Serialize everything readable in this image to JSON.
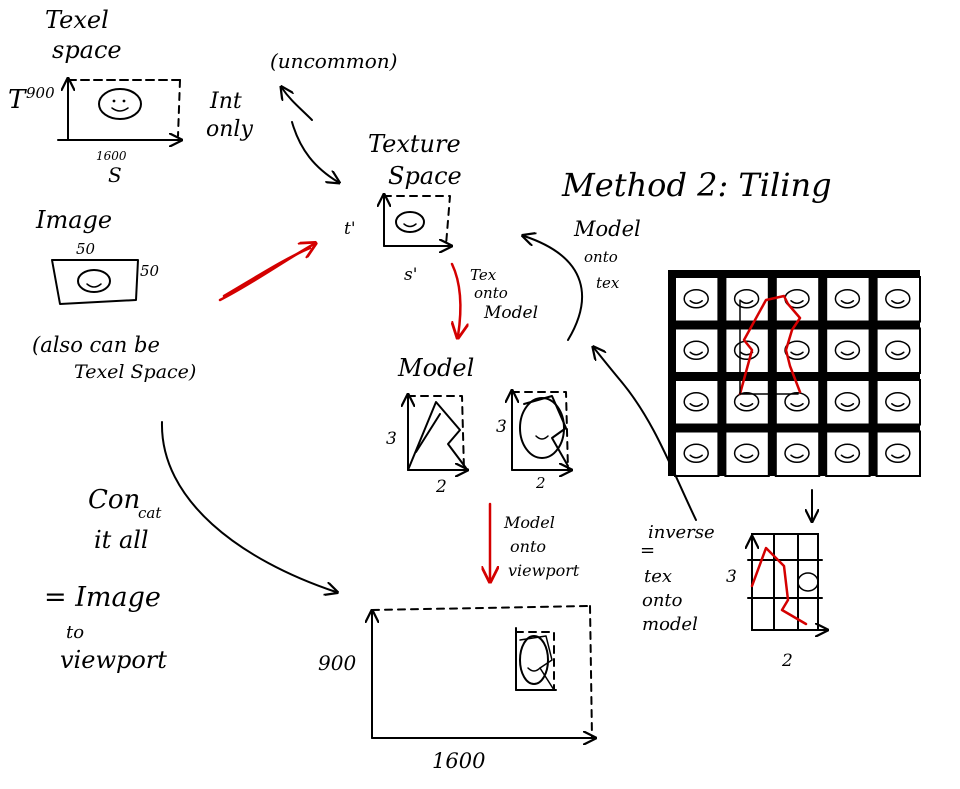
{
  "labels": {
    "texel_space": [
      "Texel",
      "space"
    ],
    "texel_h": "900",
    "texel_t": "T",
    "texel_w": "1600",
    "texel_s": "S",
    "int_only": [
      "Int",
      "only"
    ],
    "uncommon": "(uncommon)",
    "texture_space": [
      "Texture",
      "Space"
    ],
    "tex_t": "t'",
    "tex_s": "s'",
    "image": "Image",
    "image_w": "50",
    "image_h": "50",
    "also_texel": [
      "(also can be",
      "Texel Space)"
    ],
    "tex_onto_model": [
      "Tex",
      "onto",
      "Model"
    ],
    "model": "Model",
    "model_3a": "3",
    "model_2a": "2",
    "model_3b": "3",
    "model_2b": "2",
    "model_onto_tex": [
      "Model",
      "onto",
      "tex"
    ],
    "method2": "Method 2: Tiling",
    "model_onto_viewport": [
      "Model",
      "onto",
      "viewport"
    ],
    "concat": [
      "Con",
      "cat",
      "it all"
    ],
    "image_to_viewport": [
      "= Image",
      "to",
      "viewport"
    ],
    "vp_h": "900",
    "vp_w": "1600",
    "inverse": [
      "inverse",
      "=",
      "tex",
      "onto",
      "model"
    ],
    "small_3": "3",
    "small_2": "2"
  },
  "colors": {
    "ink": "#000000",
    "transform_arrow": "#d40000",
    "paper": "#ffffff"
  },
  "tiling_grid": {
    "rows": 4,
    "cols": 5,
    "cell_icon": "smiley-face-icon"
  }
}
